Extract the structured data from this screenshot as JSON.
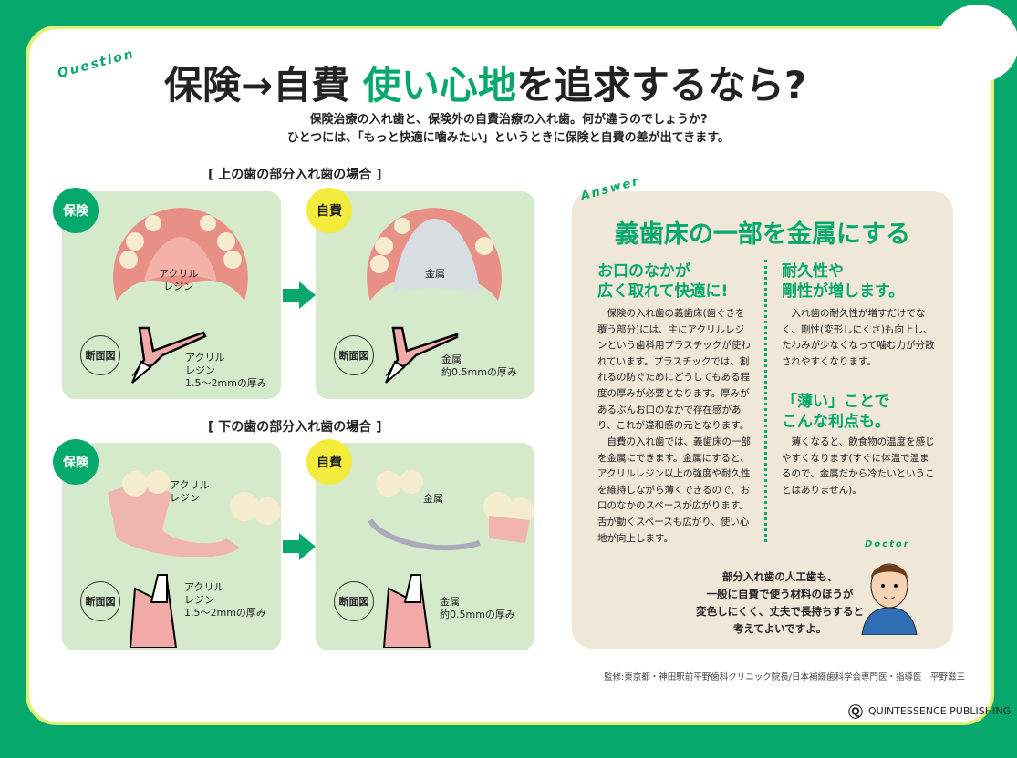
{
  "header": {
    "question_tag": "Question",
    "title_part1": "保険→自費 ",
    "title_part2": "使い心地",
    "title_part3": "を追求するなら?",
    "subtitle_line1": "保険治療の入れ歯と、保険外の自費治療の入れ歯。何が違うのでしょうか?",
    "subtitle_line2": "ひとつには、「もっと快適に噛みたい」というときに保険と自費の差が出てきます。"
  },
  "upper": {
    "section": "[ 上の歯の部分入れ歯の場合 ]",
    "insurance": {
      "badge": "保険",
      "material": "アクリル\nレジン",
      "cross_section": "断面図",
      "note": "アクリル\nレジン\n1.5〜2mmの厚み"
    },
    "self_pay": {
      "badge": "自費",
      "material": "金属",
      "cross_section": "断面図",
      "note": "金属\n約0.5mmの厚み"
    }
  },
  "lower": {
    "section": "[ 下の歯の部分入れ歯の場合 ]",
    "insurance": {
      "badge": "保険",
      "material": "アクリル\nレジン",
      "cross_section": "断面図",
      "note": "アクリル\nレジン\n1.5〜2mmの厚み"
    },
    "self_pay": {
      "badge": "自費",
      "material": "金属",
      "cross_section": "断面図",
      "note": "金属\n約0.5mmの厚み"
    }
  },
  "answer": {
    "tag": "Answer",
    "title": "義歯床の一部を金属にする",
    "col1_heading": "お口のなかが\n広く取れて快適に!",
    "col1_p1": "保険の入れ歯の義歯床(歯ぐきを覆う部分)には、主にアクリルレジンという歯科用プラスチックが使われています。プラスチックでは、割れるの防ぐためにどうしてもある程度の厚みが必要となります。厚みがあるぶんお口のなかで存在感があり、これが違和感の元となります。",
    "col1_p2": "自費の入れ歯では、義歯床の一部を金属にできます。金属にすると、アクリルレジン以上の強度や耐久性を維持しながら薄くできるので、お口のなかのスペースが広がります。舌が動くスペースも広がり、使い心地が向上します。",
    "col2_heading1": "耐久性や\n剛性が増します。",
    "col2_p1": "入れ歯の耐久性が増すだけでなく、剛性(変形しにくさ)も向上し、たわみが少なくなって噛む力が分散されやすくなります。",
    "col2_heading2": "「薄い」ことで\nこんな利点も。",
    "col2_p2": "薄くなると、飲食物の温度を感じやすくなります(すぐに体温で温まるので、金属だから冷たいということはありません)。",
    "doctor_tag": "Doctor",
    "doctor_speech": "部分入れ歯の人工歯も、\n一般に自費で使う材料のほうが\n変色しにくく、丈夫で長持ちすると\n考えてよいですよ。"
  },
  "footer": {
    "credit": "監修:東京都・神田駅前平野歯科クリニック院長/日本補綴歯科学会専門医・指導医　平野滋三",
    "publisher": "QUINTESSENCE PUBLISHING"
  },
  "colors": {
    "green": "#06a86c",
    "yellow": "#f3ec3c",
    "panel_bg": "#d4eacb",
    "answer_bg": "#efe7d8"
  }
}
